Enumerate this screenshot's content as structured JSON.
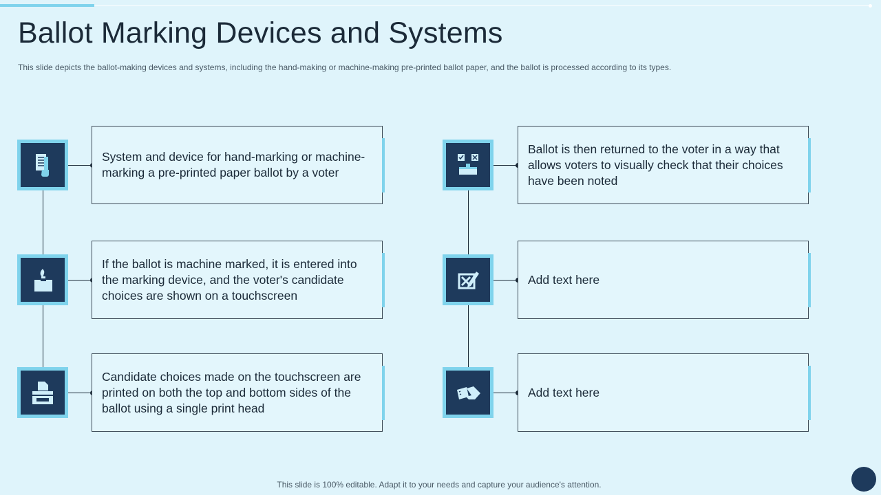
{
  "header": {
    "title": "Ballot Marking Devices and Systems",
    "subtitle": "This slide depicts the ballot-making devices  and systems, including the hand-making  or machine-making  pre-printed  ballot  paper,  and the ballot is processed  according to its types."
  },
  "items": [
    {
      "icon": "ballot-paper-hand-icon",
      "text": "System and device for hand-marking or machine-marking a pre-printed paper ballot by a voter"
    },
    {
      "icon": "ballot-box-vote-icon",
      "text": "If the ballot is machine marked, it is entered into the marking device, and the voter's candidate choices are shown on a touchscreen"
    },
    {
      "icon": "printer-icon",
      "text": "Candidate choices made on the touchscreen are printed on both the top and bottom sides of the ballot using a single print head"
    },
    {
      "icon": "checkbox-ballot-box-icon",
      "text": "Ballot is then returned to the voter in a way that allows voters to visually check that their choices have been noted"
    },
    {
      "icon": "checkmark-pencil-icon",
      "text": "Add text here"
    },
    {
      "icon": "hand-ballot-icon",
      "text": "Add text here"
    }
  ],
  "footer": {
    "text": "This slide is 100% editable. Adapt it to your needs and capture your audience's attention."
  },
  "colors": {
    "background": "#dff4fb",
    "accent": "#7fd3ec",
    "icon_fill": "#1e3a5c",
    "text": "#1b2a38"
  }
}
